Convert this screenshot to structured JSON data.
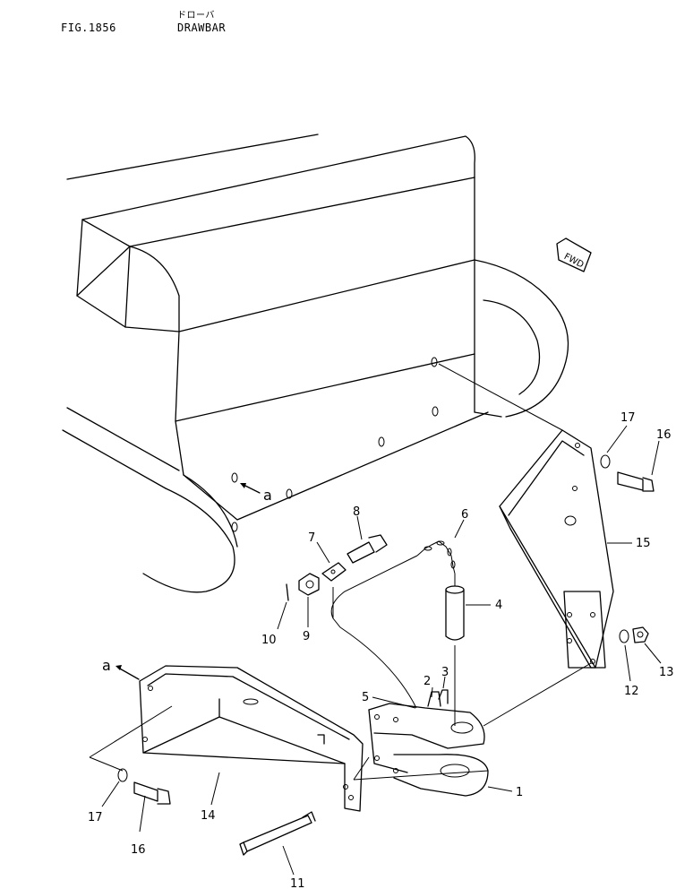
{
  "header": {
    "figure_number": "FIG.1856",
    "japanese_title": "ドローバ",
    "title": "DRAWBAR"
  },
  "diagram": {
    "fwd_label": "FWD",
    "view_marker": "a",
    "callouts": [
      "1",
      "2",
      "3",
      "4",
      "5",
      "6",
      "7",
      "8",
      "9",
      "10",
      "11",
      "12",
      "13",
      "14",
      "15",
      "16",
      "17",
      "16",
      "17"
    ]
  }
}
